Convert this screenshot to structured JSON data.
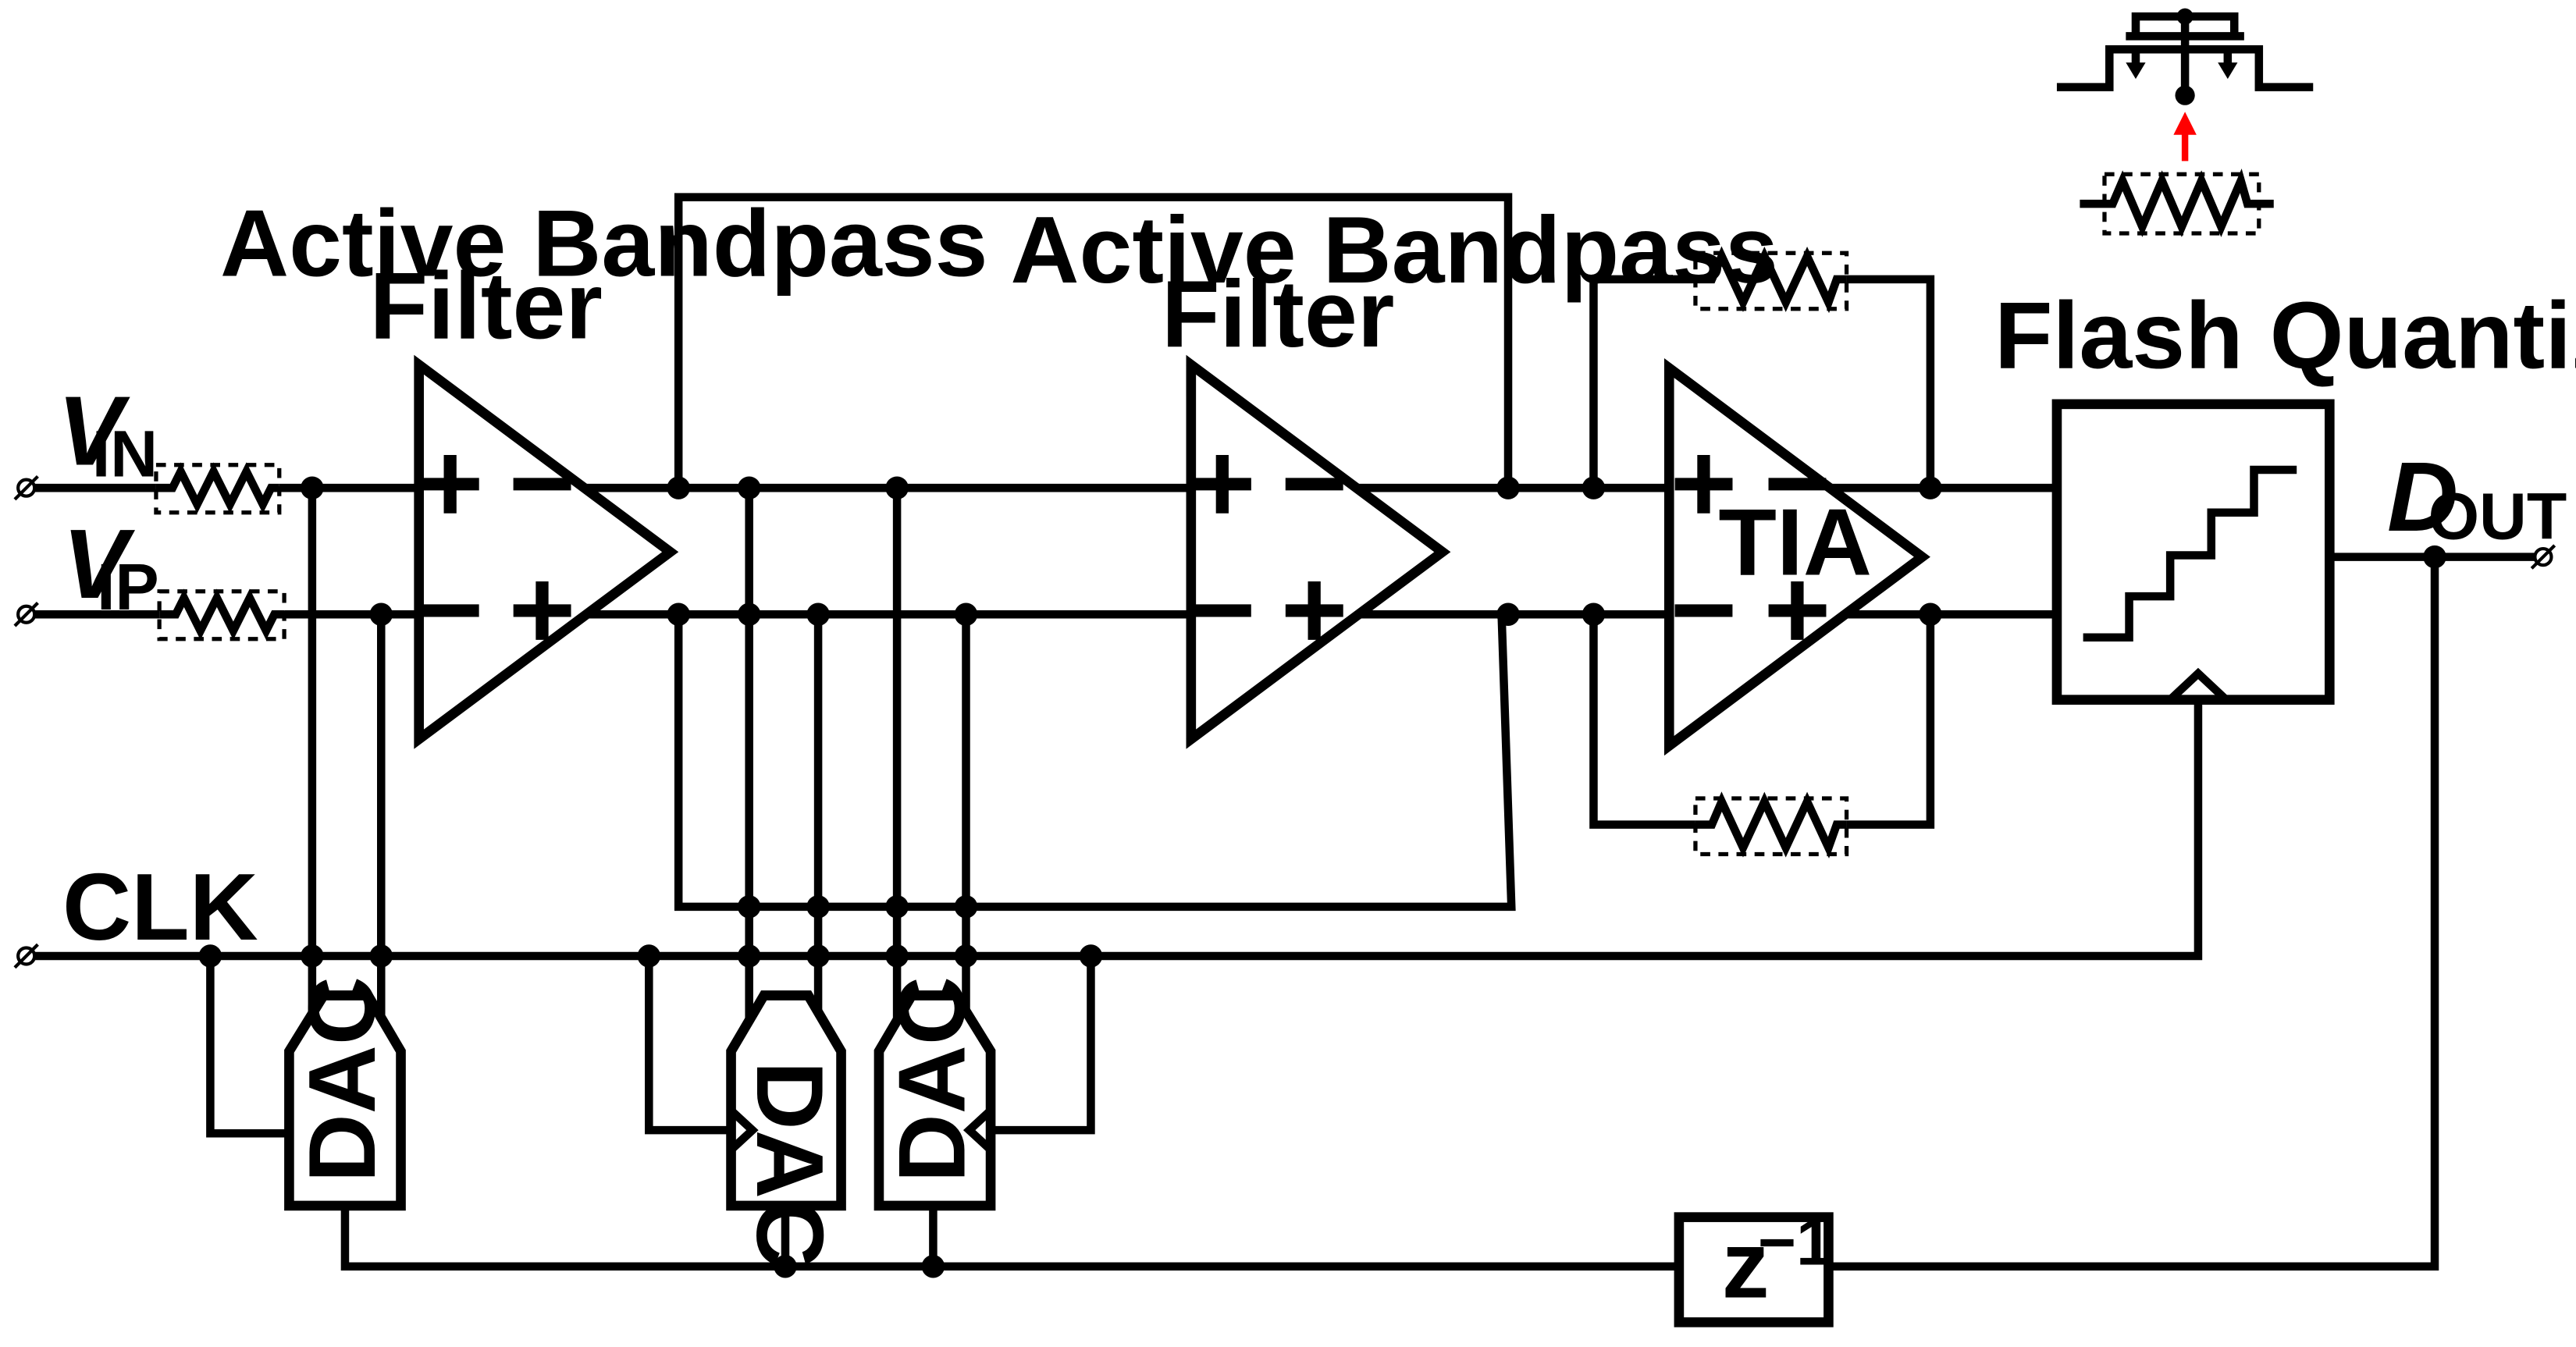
{
  "labels": {
    "filter1_line1": "Active Bandpass",
    "filter1_line2": "Filter",
    "filter2_line1": "Active Bandpass",
    "filter2_line2": "Filter",
    "tia": "TIA",
    "quantizer": "Flash Quantizer",
    "vin_main": "V",
    "vin_sub": "IN",
    "vip_main": "V",
    "vip_sub": "IP",
    "clk": "CLK",
    "dout_main": "D",
    "dout_sub": "OUT",
    "dac1": "DAC",
    "dac2": "DAC",
    "dac3": "DAC",
    "delay_main": "z",
    "delay_exp": "−1"
  },
  "signs": {
    "plus": "+",
    "minus": "−"
  },
  "colors": {
    "line": "#000000",
    "arrow": "#ff0000",
    "background": "#ffffff"
  }
}
